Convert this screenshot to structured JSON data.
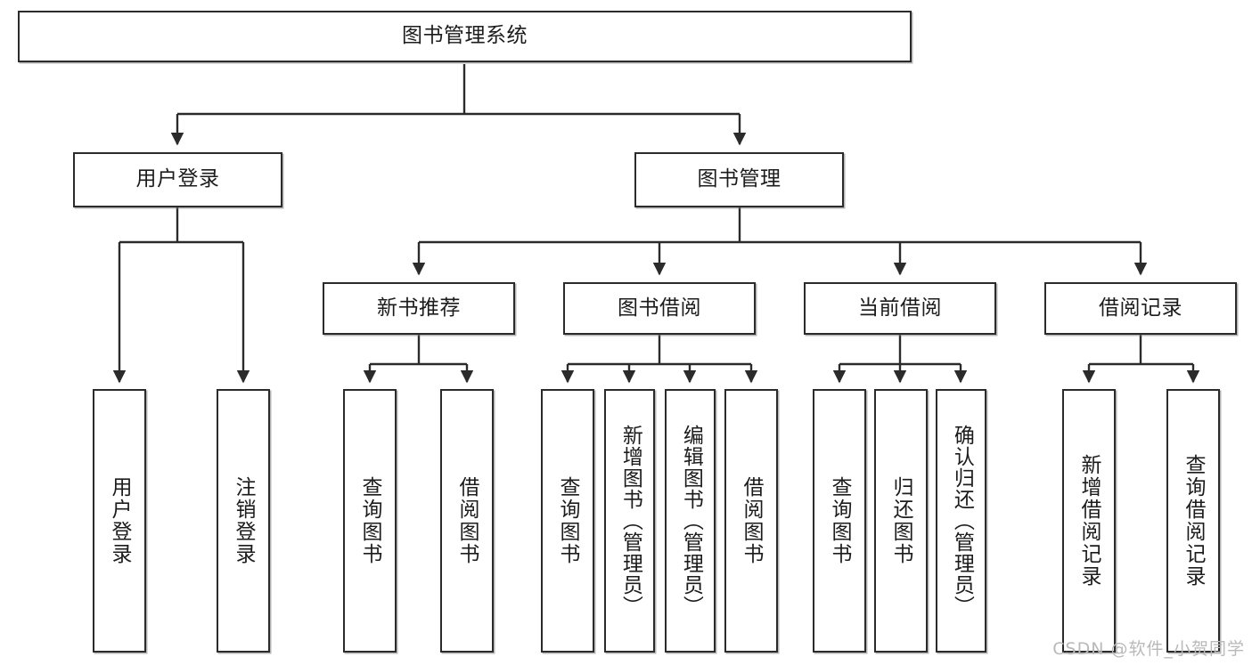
{
  "diagram": {
    "title": "图书管理系统",
    "watermark": "CSDN @软件_小贺同学",
    "colors": {
      "background": "#ffffff",
      "stroke": "#2b2b2b",
      "text": "#1c1c1c",
      "watermark": "#b9b9b9"
    },
    "root": {
      "label": "图书管理系统"
    },
    "level2": [
      {
        "label": "用户登录"
      },
      {
        "label": "图书管理"
      }
    ],
    "level3": [
      {
        "label": "新书推荐"
      },
      {
        "label": "图书借阅"
      },
      {
        "label": "当前借阅"
      },
      {
        "label": "借阅记录"
      }
    ],
    "leaves": [
      {
        "label": "用户登录",
        "parent": "用户登录"
      },
      {
        "label": "注销登录",
        "parent": "用户登录"
      },
      {
        "label": "查询图书",
        "parent": "新书推荐"
      },
      {
        "label": "借阅图书",
        "parent": "新书推荐"
      },
      {
        "label": "查询图书",
        "parent": "图书借阅"
      },
      {
        "label": "新增图书（管理员）",
        "parent": "图书借阅"
      },
      {
        "label": "编辑图书（管理员）",
        "parent": "图书借阅"
      },
      {
        "label": "借阅图书",
        "parent": "图书借阅"
      },
      {
        "label": "查询图书",
        "parent": "当前借阅"
      },
      {
        "label": "归还图书",
        "parent": "当前借阅"
      },
      {
        "label": "确认归还（管理员）",
        "parent": "当前借阅"
      },
      {
        "label": "新增借阅记录",
        "parent": "借阅记录"
      },
      {
        "label": "查询借阅记录",
        "parent": "借阅记录"
      }
    ]
  }
}
